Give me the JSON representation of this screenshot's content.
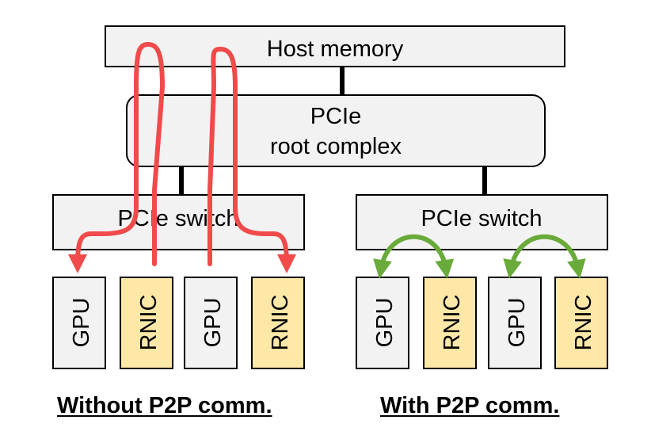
{
  "diagram": {
    "host_memory": "Host memory",
    "root_complex": {
      "line1": "PCIe",
      "line2": "root complex"
    },
    "left_switch": "PCIe switch",
    "right_switch": "PCIe switch",
    "left_devices": [
      "GPU",
      "RNIC",
      "GPU",
      "RNIC"
    ],
    "right_devices": [
      "GPU",
      "RNIC",
      "GPU",
      "RNIC"
    ],
    "caption_left": "Without P2P comm.",
    "caption_right": "With P2P comm."
  },
  "colors": {
    "box_fill": "#f2f2f2",
    "rnic_fill": "#fde8a8",
    "red_arrow": "#f04a4a",
    "green_arrow": "#6aaa3a",
    "stroke": "#000000"
  }
}
